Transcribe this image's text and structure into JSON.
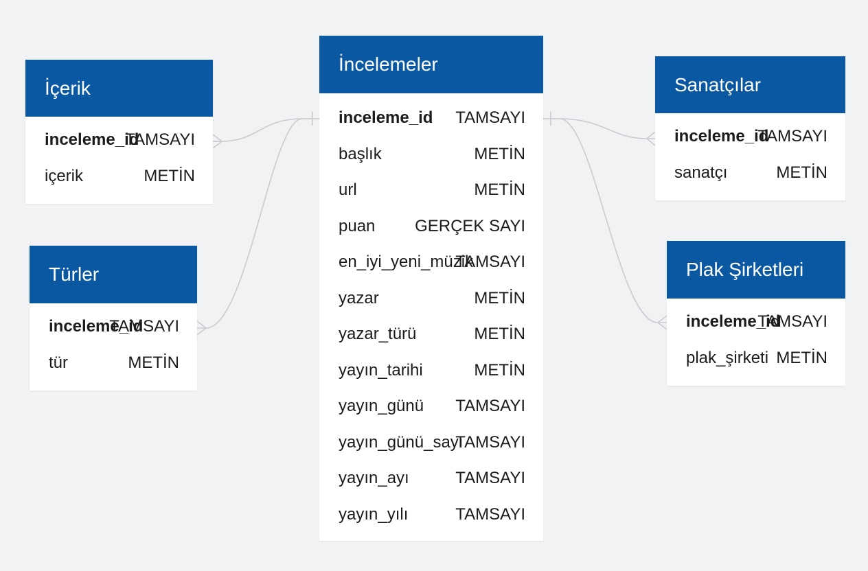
{
  "colors": {
    "header_bg": "#0a58a2",
    "header_text": "#ffffff",
    "page_bg": "#f1f2f4",
    "connector": "#c9cbcf"
  },
  "entities": {
    "icerik": {
      "title": "İçerik",
      "fields": [
        {
          "name": "inceleme_id",
          "type": "TAMSAYI"
        },
        {
          "name": "içerik",
          "type": "METİN"
        }
      ]
    },
    "turler": {
      "title": "Türler",
      "fields": [
        {
          "name": "inceleme_id",
          "type": "TAMSAYI"
        },
        {
          "name": "tür",
          "type": "METİN"
        }
      ]
    },
    "incelemeler": {
      "title": "İncelemeler",
      "fields": [
        {
          "name": "inceleme_id",
          "type": "TAMSAYI"
        },
        {
          "name": "başlık",
          "type": "METİN"
        },
        {
          "name": "url",
          "type": "METİN"
        },
        {
          "name": "puan",
          "type": "GERÇEK SAYI"
        },
        {
          "name": "en_iyi_yeni_müzik",
          "type": "TAMSAYI"
        },
        {
          "name": "yazar",
          "type": "METİN"
        },
        {
          "name": "yazar_türü",
          "type": "METİN"
        },
        {
          "name": "yayın_tarihi",
          "type": "METİN"
        },
        {
          "name": "yayın_günü",
          "type": "TAMSAYI"
        },
        {
          "name": "yayın_günü_sayı",
          "type": "TAMSAYI"
        },
        {
          "name": "yayın_ayı",
          "type": "TAMSAYI"
        },
        {
          "name": "yayın_yılı",
          "type": "TAMSAYI"
        }
      ]
    },
    "sanatcilar": {
      "title": "Sanatçılar",
      "fields": [
        {
          "name": "inceleme_id",
          "type": "TAMSAYI"
        },
        {
          "name": "sanatçı",
          "type": "METİN"
        }
      ]
    },
    "plak": {
      "title": "Plak Şirketleri",
      "fields": [
        {
          "name": "inceleme_id",
          "type": "TAMSAYI"
        },
        {
          "name": "plak_şirketi",
          "type": "METİN"
        }
      ]
    }
  },
  "relationships": [
    {
      "from": "incelemeler.inceleme_id",
      "to": "icerik.inceleme_id",
      "cardinality": "one-to-many"
    },
    {
      "from": "incelemeler.inceleme_id",
      "to": "turler.inceleme_id",
      "cardinality": "one-to-many"
    },
    {
      "from": "incelemeler.inceleme_id",
      "to": "sanatcilar.inceleme_id",
      "cardinality": "one-to-many"
    },
    {
      "from": "incelemeler.inceleme_id",
      "to": "plak.inceleme_id",
      "cardinality": "one-to-many"
    }
  ]
}
